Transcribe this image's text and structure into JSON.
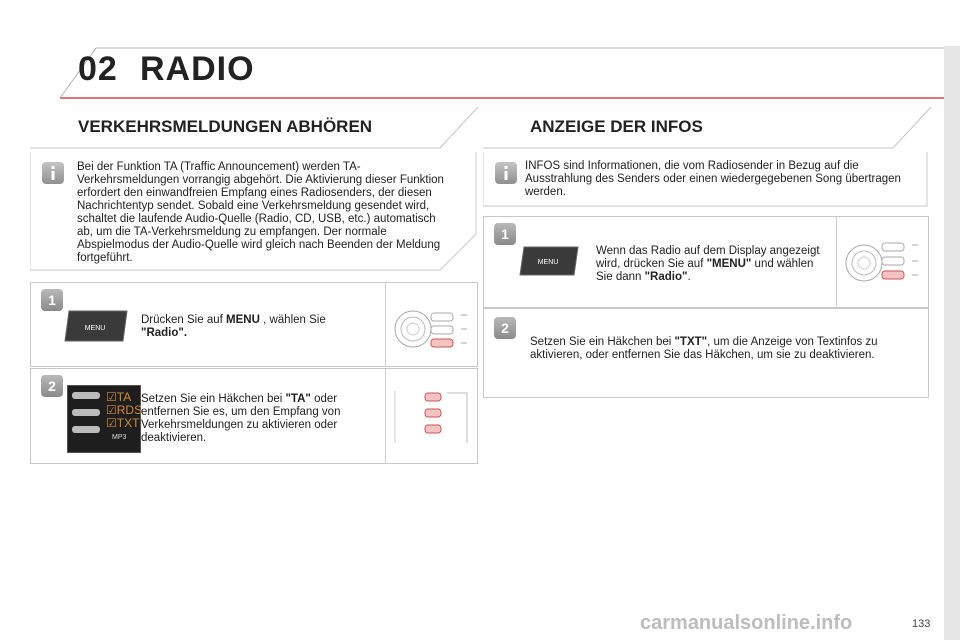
{
  "chapter": {
    "number": "02",
    "title": "RADIO"
  },
  "left": {
    "title": "VERKEHRSMELDUNGEN ABHÖREN",
    "info_text": "Bei der Funktion TA (Traffic Announcement) werden TA-Verkehrsmeldungen vorrangig abgehört. Die Aktivierung dieser Funktion erfordert den einwandfreien Empfang eines Radiosenders, der diesen Nachrichtentyp sendet. Sobald eine Verkehrsmeldung gesendet wird, schaltet die laufende Audio-Quelle (Radio, CD, USB, etc.) automatisch ab, um die TA-Verkehrsmeldung zu empfangen. Der normale Abspielmodus der Audio-Quelle wird gleich nach Beenden der Meldung fortgeführt.",
    "step1": {
      "badge": "1",
      "text_a": "Drücken Sie auf ",
      "text_bold": "MENU",
      "text_b": " , wählen Sie ",
      "text_bold2": "\"Radio\".",
      "button_label": "MENU"
    },
    "step2": {
      "badge": "2",
      "text_a": "Setzen Sie ein Häkchen bei ",
      "text_bold": "\"TA\"",
      "text_b": " oder entfernen Sie es, um den Empfang von Verkehrsmeldungen zu aktivieren oder deaktivieren.",
      "menu_items": [
        "☑TA",
        "☑RDS",
        "☑TXT"
      ],
      "mp3_label": "MP3"
    }
  },
  "right": {
    "title": "ANZEIGE DER INFOS",
    "info_text": "INFOS sind Informationen, die vom Radiosender in Bezug auf die Ausstrahlung des Senders oder einen wiedergegebenen Song übertragen werden.",
    "step1": {
      "badge": "1",
      "text_a": "Wenn das Radio auf dem Display angezeigt wird, drücken Sie auf ",
      "text_bold": "\"MENU\"",
      "text_b": " und wählen Sie dann ",
      "text_bold2": "\"Radio\"",
      "text_c": ".",
      "button_label": "MENU"
    },
    "step2": {
      "badge": "2",
      "text_a": "Setzen Sie ein Häkchen bei ",
      "text_bold": "\"TXT\"",
      "text_b": ", um die Anzeige von Textinfos zu aktivieren, oder entfernen Sie das Häkchen, um sie zu deaktivieren."
    }
  },
  "page_number": "133",
  "watermark": "carmanualsonline.info",
  "colors": {
    "accent": "#cc2222",
    "grey": "#8a8a8a"
  }
}
